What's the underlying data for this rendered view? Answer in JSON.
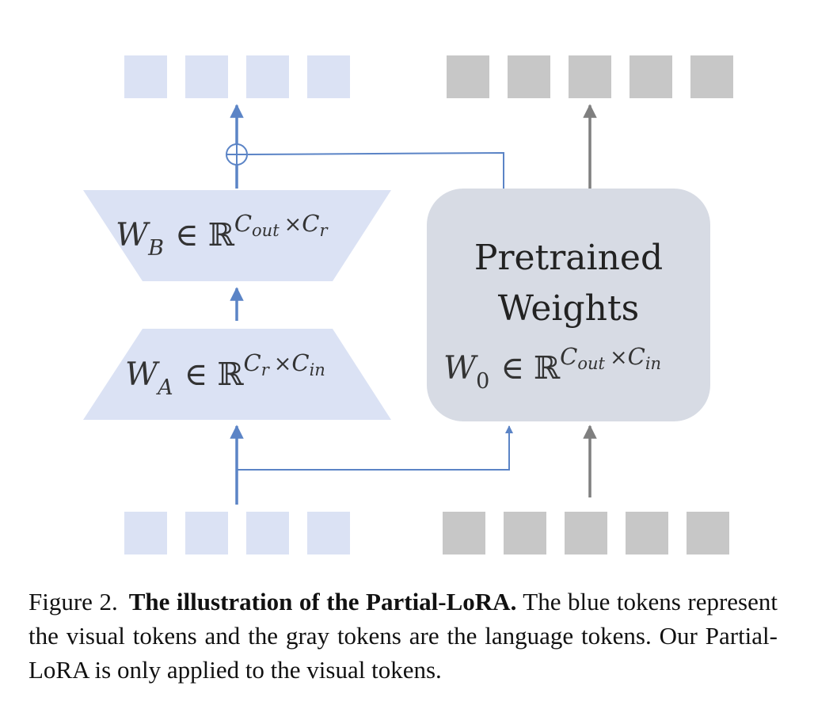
{
  "colors": {
    "visual_token": "#dbe2f4",
    "language_token": "#c7c7c7",
    "lora_block": "#dbe2f4",
    "pretrained_block": "#d7dbe4",
    "blue_arrow": "#5b84c6",
    "gray_arrow": "#7f7f7f"
  },
  "tokens": {
    "visual_count": 4,
    "language_count": 5
  },
  "blocks": {
    "wb": {
      "base": "W",
      "sub": "B",
      "rel": "∈",
      "set": "ℝ",
      "sup1_base": "C",
      "sup1_sub": "out",
      "sup_times": "×",
      "sup2_base": "C",
      "sup2_sub": "r"
    },
    "wa": {
      "base": "W",
      "sub": "A",
      "rel": "∈",
      "set": "ℝ",
      "sup1_base": "C",
      "sup1_sub": "r",
      "sup_times": "×",
      "sup2_base": "C",
      "sup2_sub": "in"
    },
    "pretrained": {
      "line1": "Pretrained",
      "line2": "Weights",
      "w0": {
        "base": "W",
        "sub": "0",
        "rel": "∈",
        "set": "ℝ",
        "sup1_base": "C",
        "sup1_sub": "out",
        "sup_times": "×",
        "sup2_base": "C",
        "sup2_sub": "in"
      }
    }
  },
  "caption": {
    "label": "Figure 2.",
    "title": "The illustration of the Partial-LoRA.",
    "body": "The blue tokens represent the visual tokens and the gray tokens are the language tokens. Our Partial-LoRA is only applied to the visual tokens."
  }
}
